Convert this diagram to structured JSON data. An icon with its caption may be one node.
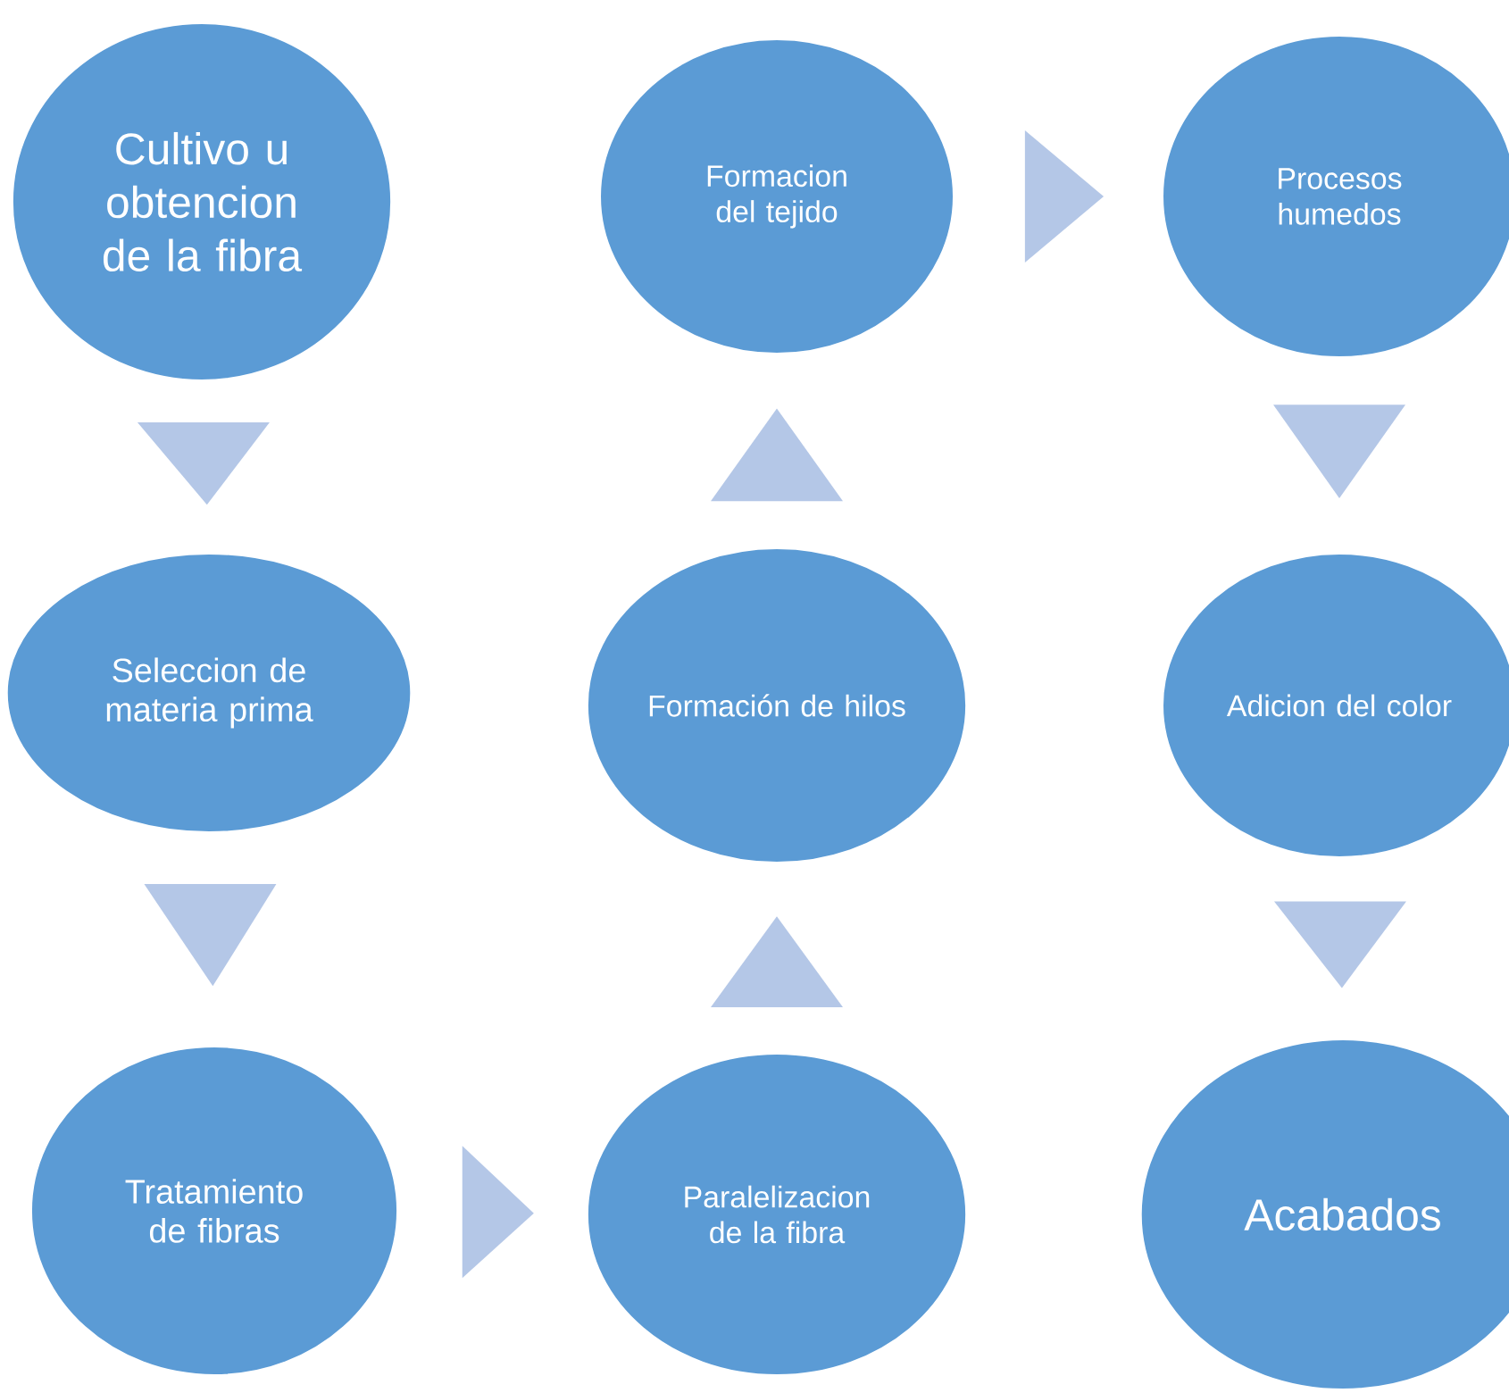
{
  "diagram": {
    "nodes": [
      {
        "text": [
          "Cultivo u obtencion de la fibra"
        ]
      },
      {
        "text": [
          "Formacion del tejido"
        ]
      },
      {
        "text": [
          "Procesos humedos"
        ]
      },
      {
        "text": [
          "Seleccion de materia prima"
        ]
      },
      {
        "text": [
          "Formación de hilos"
        ]
      },
      {
        "text": [
          "Adicion del color"
        ]
      },
      {
        "text": [
          "Tratamiento de fibras"
        ]
      },
      {
        "text": [
          "Paralelizacion de la fibra"
        ]
      },
      {
        "text": [
          "Acabados"
        ]
      }
    ],
    "edges": [
      {
        "from": 0,
        "to": 3,
        "arrow": "to"
      },
      {
        "from": 3,
        "to": 6,
        "arrow": "to"
      },
      {
        "from": 6,
        "to": 7,
        "arrow": "to"
      },
      {
        "from": 7,
        "to": 4,
        "arrow": "to"
      },
      {
        "from": 4,
        "to": 1,
        "arrow": "to"
      },
      {
        "from": 1,
        "to": 2,
        "arrow": "to"
      },
      {
        "from": 2,
        "to": 5,
        "arrow": "to"
      },
      {
        "from": 5,
        "to": 8,
        "arrow": "to"
      }
    ]
  }
}
